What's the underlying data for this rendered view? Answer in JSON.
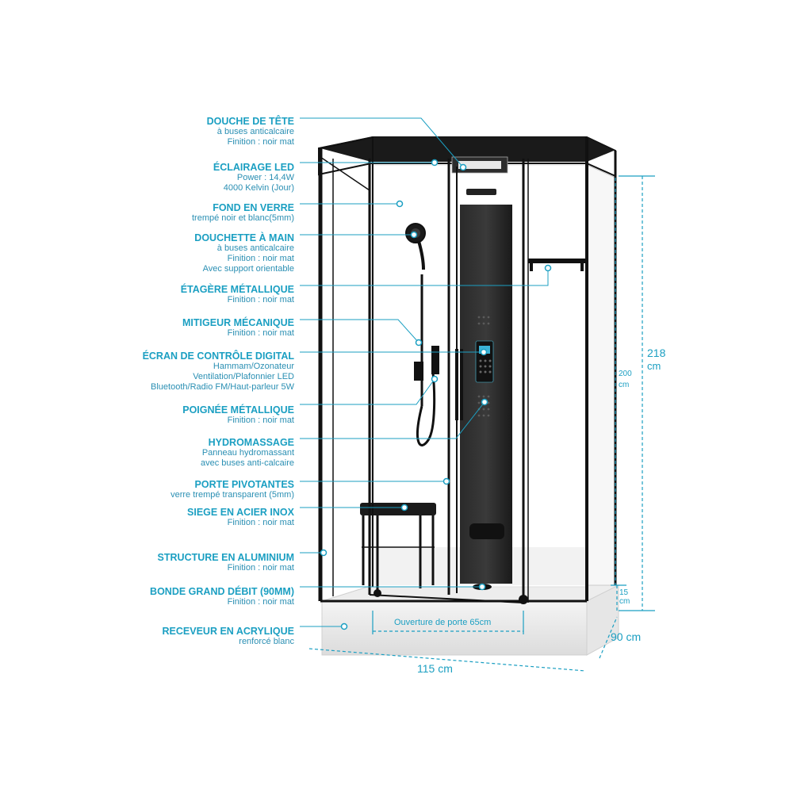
{
  "callouts": [
    {
      "id": "douche-de-tete",
      "title": "DOUCHE DE TÊTE",
      "lines": [
        "à buses anticalcaire",
        "Finition : noir mat"
      ]
    },
    {
      "id": "eclairage-led",
      "title": "ÉCLAIRAGE LED",
      "lines": [
        "Power : 14,4W",
        "4000 Kelvin (Jour)"
      ]
    },
    {
      "id": "fond-en-verre",
      "title": "FOND EN VERRE",
      "lines": [
        "trempé noir et blanc(5mm)"
      ]
    },
    {
      "id": "douchette-a-main",
      "title": "DOUCHETTE À MAIN",
      "lines": [
        "à buses anticalcaire",
        "Finition : noir mat",
        "Avec support orientable"
      ]
    },
    {
      "id": "etagere-metallique",
      "title": "ÉTAGÈRE MÉTALLIQUE",
      "lines": [
        "Finition : noir mat"
      ]
    },
    {
      "id": "mitigeur-mecanique",
      "title": "MITIGEUR MÉCANIQUE",
      "lines": [
        "Finition : noir mat"
      ]
    },
    {
      "id": "ecran-de-controle",
      "title": "ÉCRAN DE CONTRÔLE DIGITAL",
      "lines": [
        "Hammam/Ozonateur",
        "Ventilation/Plafonnier LED",
        "Bluetooth/Radio FM/Haut-parleur 5W"
      ]
    },
    {
      "id": "poignee-metallique",
      "title": "POIGNÉE MÉTALLIQUE",
      "lines": [
        "Finition : noir mat"
      ]
    },
    {
      "id": "hydromassage",
      "title": "HYDROMASSAGE",
      "lines": [
        "Panneau hydromassant",
        "avec buses anti-calcaire"
      ]
    },
    {
      "id": "porte-pivotantes",
      "title": "PORTE PIVOTANTES",
      "lines": [
        "verre trempé transparent (5mm)"
      ]
    },
    {
      "id": "siege-acier",
      "title": "SIEGE EN ACIER INOX",
      "lines": [
        "Finition : noir mat"
      ]
    },
    {
      "id": "structure-aluminium",
      "title": "STRUCTURE EN ALUMINIUM",
      "lines": [
        "Finition : noir mat"
      ]
    },
    {
      "id": "bonde",
      "title": "BONDE GRAND DÉBIT (90MM)",
      "lines": [
        "Finition : noir mat"
      ]
    },
    {
      "id": "receveur",
      "title": "RECEVEUR EN ACRYLIQUE",
      "lines": [
        "renforcé blanc"
      ]
    }
  ],
  "dimensions": {
    "height_total": "218",
    "height_total_unit": "cm",
    "height_cabin": "200",
    "height_cabin_unit": "cm",
    "base_height": "15",
    "base_height_unit": "cm",
    "depth": "90 cm",
    "width": "115 cm",
    "door_opening": "Ouverture de porte 65cm"
  },
  "colors": {
    "accent": "#1b9fc2",
    "frame": "#111111",
    "glass_back": "#ffffff",
    "panel": "#1e1e1e"
  }
}
